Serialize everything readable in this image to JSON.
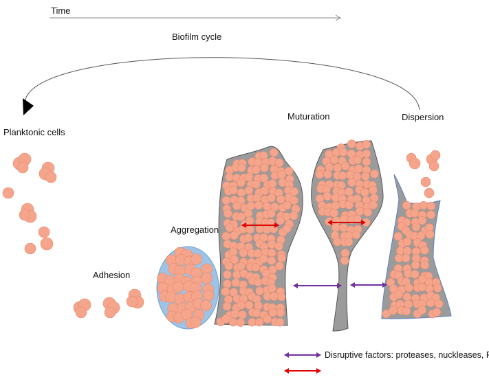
{
  "labels": {
    "time": "Time",
    "cycle": "Biofilm cycle",
    "planktonic": "Planktonic cells",
    "adhesion": "Adhesion",
    "aggregation": "Aggregation",
    "maturation": "Muturation",
    "dispersion": "Dispersion",
    "disruptive": "Disruptive factors: proteases, nuckleases, PSMs"
  },
  "colors": {
    "cell_fill": "#f4a58c",
    "cell_stroke": "#e98b6c",
    "biofilm_fill": "#9b9b9b",
    "aggregate_fill": "#9dc3e6",
    "aggregate_stroke": "#6f9fd0",
    "purple_arrow": "#7030a0",
    "red_arrow": "#e00000"
  }
}
